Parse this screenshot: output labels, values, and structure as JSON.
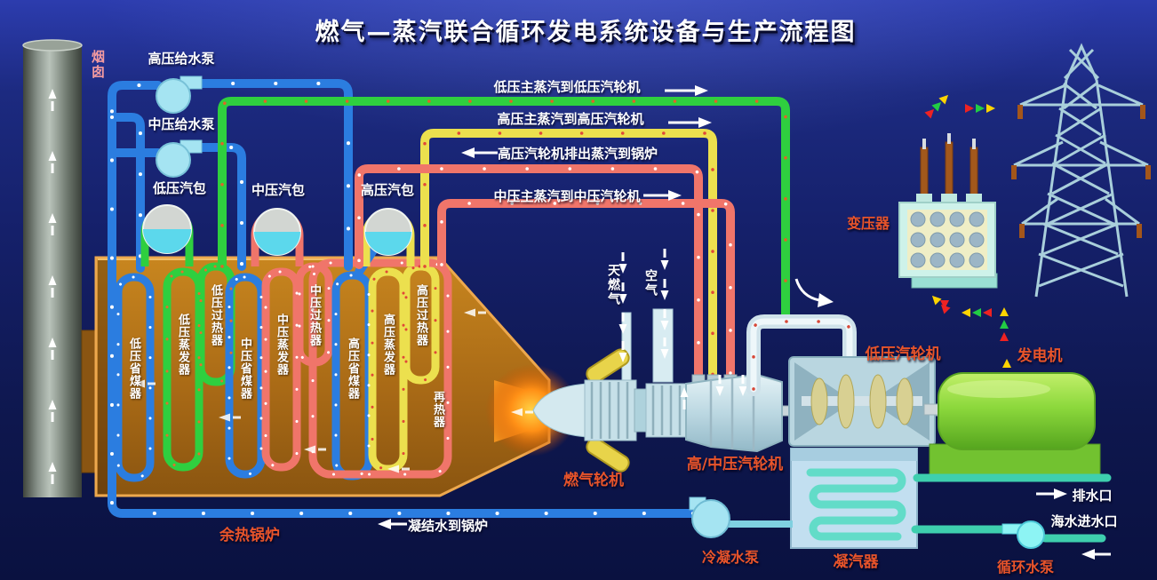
{
  "title": "燃气—蒸汽联合循环发电系统设备与生产流程图",
  "labels": {
    "chimney": "烟囱",
    "hp_feed_pump": "高压给水泵",
    "ip_feed_pump": "中压给水泵",
    "lp_drum": "低压汽包",
    "ip_drum": "中压汽包",
    "hp_drum": "高压汽包",
    "hrsg": "余热锅炉",
    "natural_gas": "天燃气",
    "air": "空气"
  },
  "flows": {
    "lp_main_steam": "低压主蒸汽到低压汽轮机",
    "hp_main_steam": "高压主蒸汽到高压汽轮机",
    "hp_exhaust": "高压汽轮机排出蒸汽到锅炉",
    "ip_main_steam": "中压主蒸汽到中压汽轮机",
    "condensate_to_boiler": "凝结水到锅炉",
    "drain_outlet": "排水口",
    "seawater_inlet": "海水进水口"
  },
  "boiler_sections": [
    "低压省煤器",
    "低压蒸发器",
    "低压过热器",
    "中压省煤器",
    "中压蒸发器",
    "中压过热器",
    "高压省煤器",
    "高压蒸发器",
    "高压过热器",
    "再热器"
  ],
  "equipment": {
    "gas_turbine": "燃气轮机",
    "hpip_turbine": "高/中压汽轮机",
    "lp_turbine": "低压汽轮机",
    "generator": "发电机",
    "transformer": "变压器",
    "condenser": "凝汽器",
    "condensate_pump": "冷凝水泵",
    "circulating_pump": "循环水泵"
  },
  "colors": {
    "background": "#131d5e",
    "feedwater_pipe": "#2b7de0",
    "lp_steam_pipe": "#2fcf3f",
    "hp_steam_pipe": "#ece04e",
    "reheat_steam_pipe": "#f0756a",
    "cooling_water_pipe": "#3ecfae",
    "boiler_body": "#b5751d",
    "equipment_label": "#e8542a",
    "flow_label": "#ffffff"
  }
}
